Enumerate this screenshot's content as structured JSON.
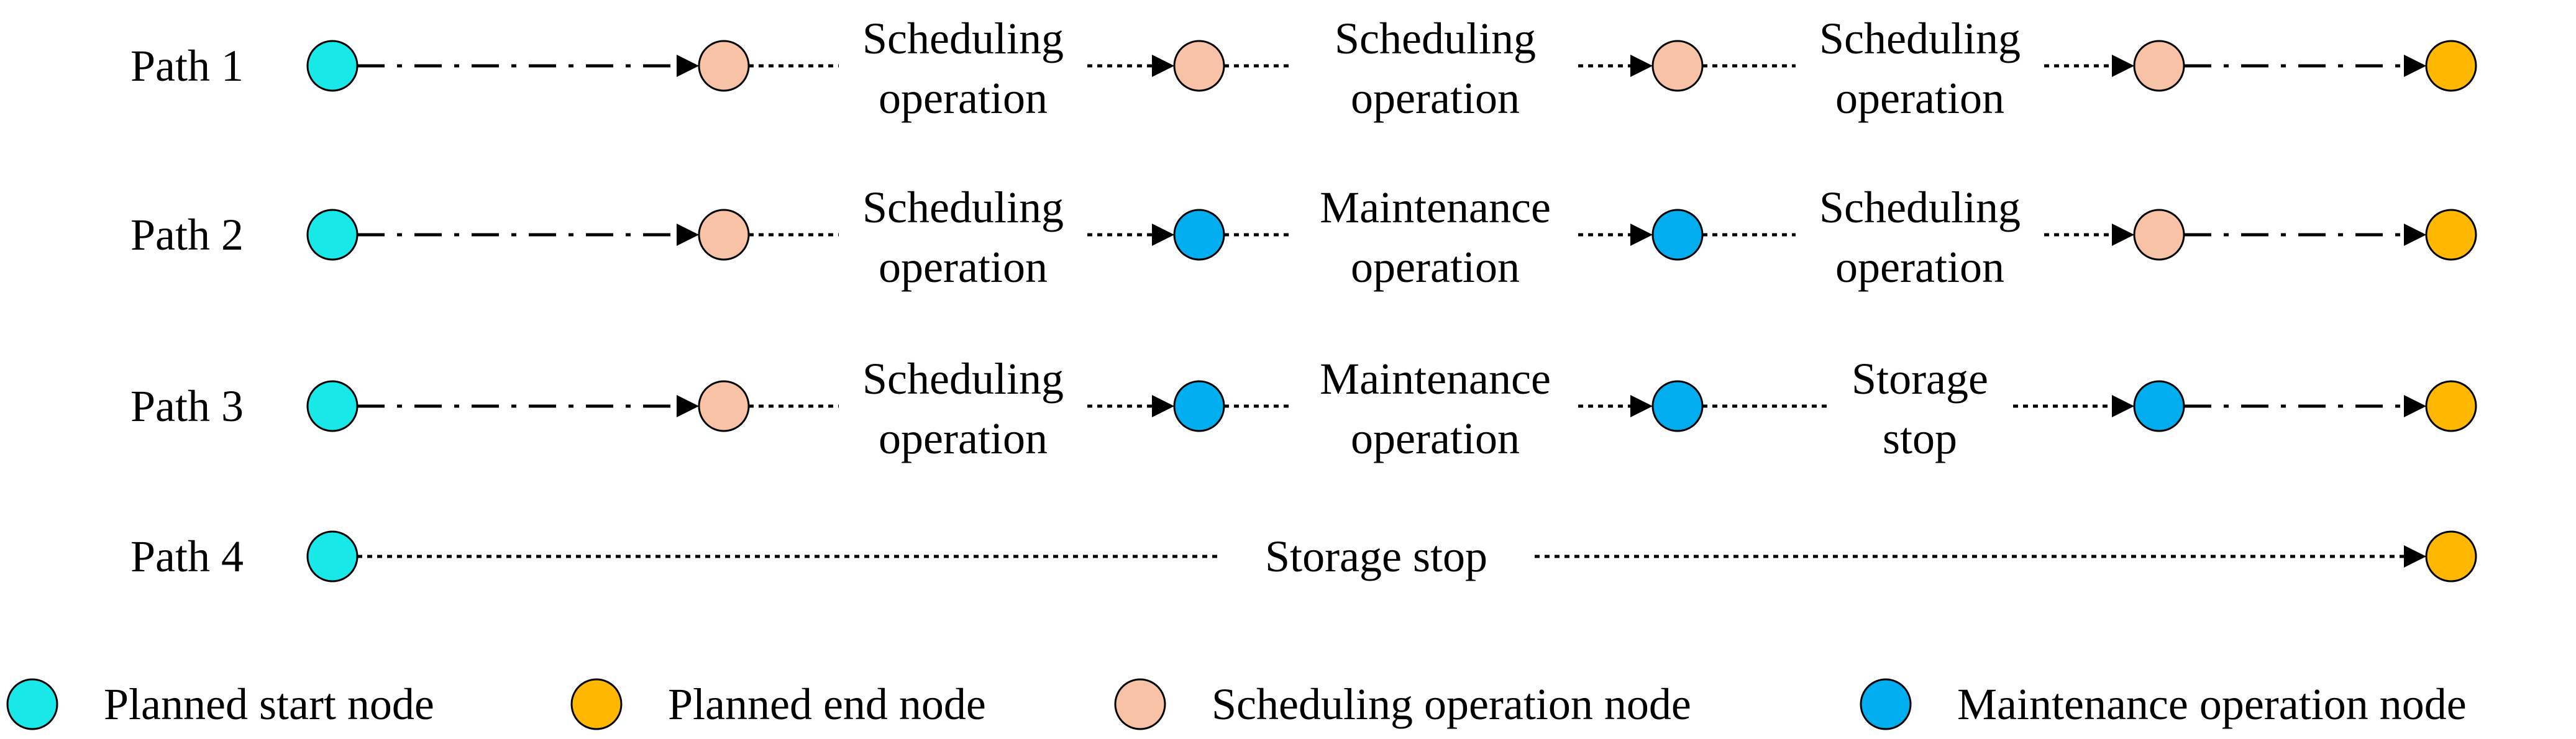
{
  "colors": {
    "start_node": "#19E8E8",
    "end_node": "#FFB700",
    "scheduling_node": "#F8C2A6",
    "maintenance_node": "#00AEEF",
    "stroke": "#000000"
  },
  "paths": [
    {
      "label": "Path 1",
      "nodes": [
        "start",
        "scheduling",
        "scheduling",
        "scheduling",
        "scheduling",
        "end"
      ],
      "segment_styles": [
        "dashdot",
        "dotted",
        "dotted",
        "dotted",
        "dashdot"
      ],
      "operations": [
        [
          "Scheduling",
          "operation"
        ],
        [
          "Scheduling",
          "operation"
        ],
        [
          "Scheduling",
          "operation"
        ]
      ]
    },
    {
      "label": "Path 2",
      "nodes": [
        "start",
        "scheduling",
        "maintenance",
        "maintenance",
        "scheduling",
        "end"
      ],
      "segment_styles": [
        "dashdot",
        "dotted",
        "dotted",
        "dotted",
        "dashdot"
      ],
      "operations": [
        [
          "Scheduling",
          "operation"
        ],
        [
          "Maintenance",
          "operation"
        ],
        [
          "Scheduling",
          "operation"
        ]
      ]
    },
    {
      "label": "Path 3",
      "nodes": [
        "start",
        "scheduling",
        "maintenance",
        "maintenance",
        "maintenance",
        "end"
      ],
      "segment_styles": [
        "dashdot",
        "dotted",
        "dotted",
        "dotted",
        "dashdot"
      ],
      "operations": [
        [
          "Scheduling",
          "operation"
        ],
        [
          "Maintenance",
          "operation"
        ],
        [
          "Storage",
          "stop"
        ]
      ]
    },
    {
      "label": "Path 4",
      "nodes": [
        "start",
        "end"
      ],
      "segment_styles": [
        "dotted"
      ],
      "operations": [
        [
          "Storage stop"
        ]
      ]
    }
  ],
  "legend": [
    {
      "type": "start",
      "label": "Planned start node"
    },
    {
      "type": "end",
      "label": "Planned end node"
    },
    {
      "type": "scheduling",
      "label": "Scheduling operation node"
    },
    {
      "type": "maintenance",
      "label": "Maintenance operation node"
    }
  ]
}
